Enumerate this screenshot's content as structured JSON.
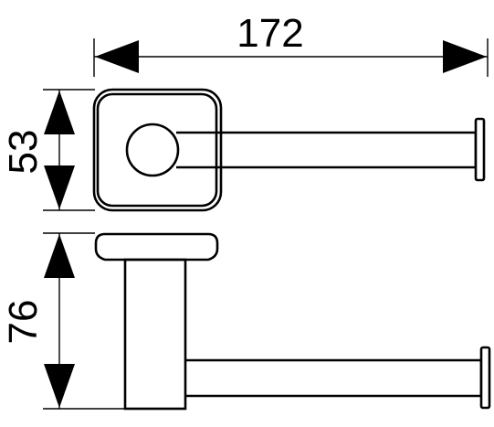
{
  "dimensions": {
    "width": "172",
    "depth": "53",
    "height": "76"
  }
}
